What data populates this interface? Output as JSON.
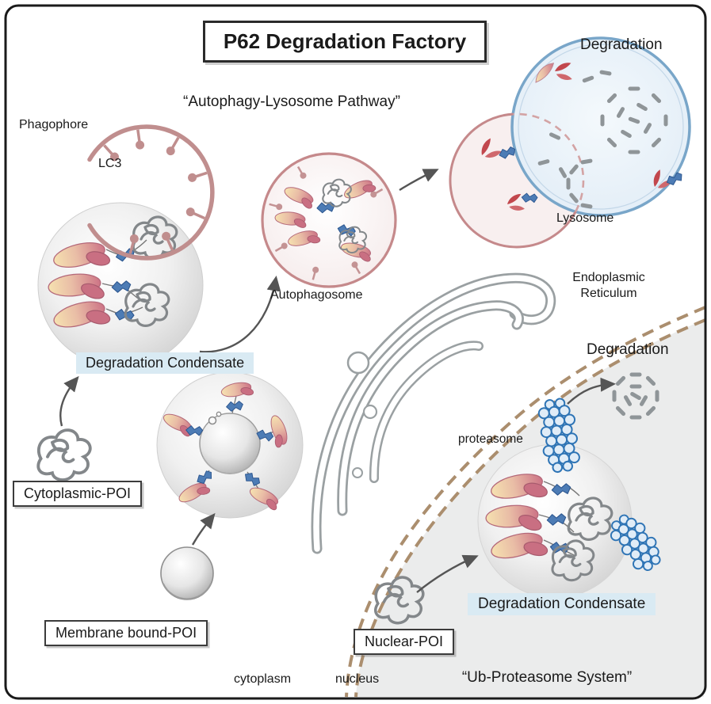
{
  "title": "P62 Degradation Factory",
  "pathway_labels": {
    "autophagy": "“Autophagy-Lysosome Pathway”",
    "ub_proteasome": "“Ub-Proteasome System”"
  },
  "labels": {
    "phagophore": "Phagophore",
    "lc3": "LC3",
    "degradation_condensate_cyto": "Degradation Condensate",
    "autophagosome": "Autophagosome",
    "lysosome": "Lysosome",
    "degradation_lysosome": "Degradation",
    "cytoplasmic_poi": "Cytoplasmic-POI",
    "membrane_bound_poi": "Membrane bound-POI",
    "endoplasmic_reticulum": "Endoplasmic\nReticulum",
    "degradation_proteasome": "Degradation",
    "proteasome": "proteasome",
    "degradation_condensate_nuclear": "Degradation Condensate",
    "nuclear_poi": "Nuclear-POI",
    "cytoplasm": "cytoplasm",
    "nucleus": "nucleus"
  },
  "colors": {
    "membrane_rose": "#c08e8e",
    "autophagosome_border": "#c5898b",
    "lysosome_border": "#79a6c9",
    "ubiquitin_blue": "#4d7cb5",
    "proteasome_blue": "#2e74b5",
    "nuclear_envelope_tan": "#ab8e6e",
    "condensate_label_bg": "#d9eaf3",
    "aggregate_gray": "#83878a"
  }
}
